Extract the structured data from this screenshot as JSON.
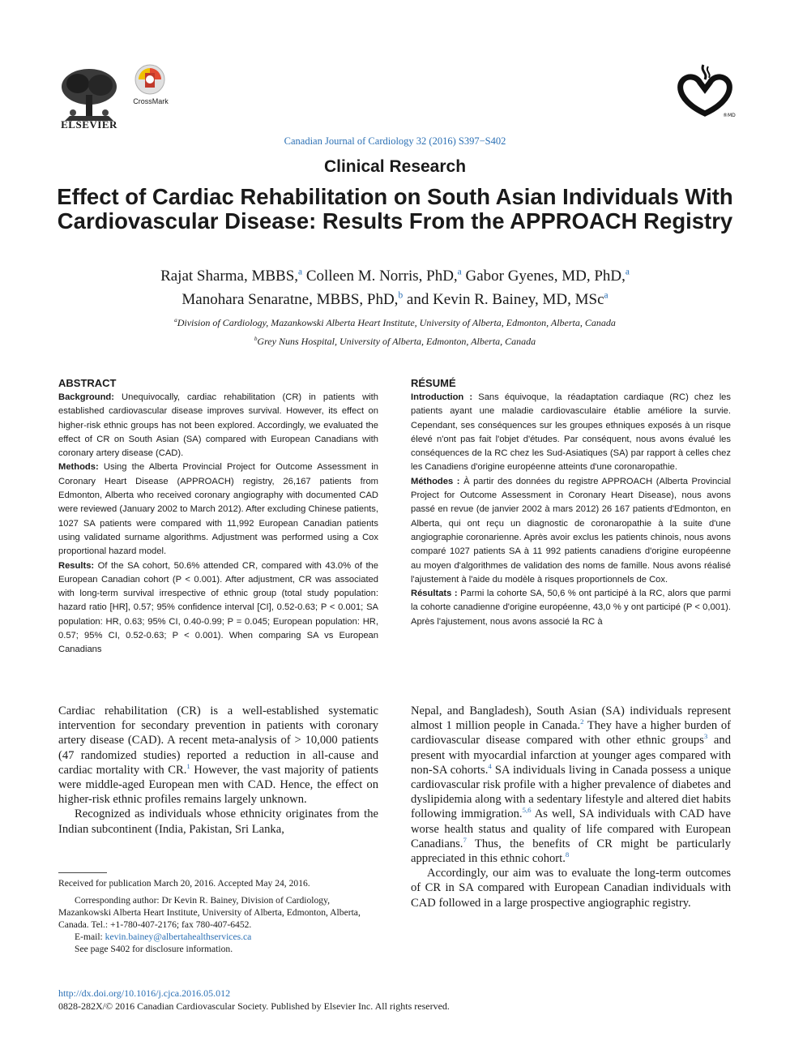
{
  "header": {
    "publisher": "ELSEVIER",
    "crossmark": "CrossMark",
    "journal_ref": "Canadian Journal of Cardiology 32 (2016) S397−S402",
    "section": "Clinical Research"
  },
  "title": "Effect of Cardiac Rehabilitation on South Asian Individuals With Cardiovascular Disease: Results From the APPROACH Registry",
  "authors": {
    "line1": [
      {
        "name": "Rajat Sharma, MBBS,",
        "aff": "a"
      },
      {
        "name": "Colleen M. Norris, PhD,",
        "aff": "a"
      },
      {
        "name": "Gabor Gyenes, MD, PhD,",
        "aff": "a"
      }
    ],
    "line2": [
      {
        "name": "Manohara Senaratne, MBBS, PhD,",
        "aff": "b"
      },
      {
        "name": "and Kevin R. Bainey, MD, MSc",
        "aff": "a"
      }
    ]
  },
  "affiliations": [
    {
      "mark": "a",
      "text": "Division of Cardiology, Mazankowski Alberta Heart Institute, University of Alberta, Edmonton, Alberta, Canada"
    },
    {
      "mark": "b",
      "text": "Grey Nuns Hospital, University of Alberta, Edmonton, Alberta, Canada"
    }
  ],
  "abstract": {
    "heading": "ABSTRACT",
    "background_label": "Background:",
    "background": "Unequivocally, cardiac rehabilitation (CR) in patients with established cardiovascular disease improves survival. However, its effect on higher-risk ethnic groups has not been explored. Accordingly, we evaluated the effect of CR on South Asian (SA) compared with European Canadians with coronary artery disease (CAD).",
    "methods_label": "Methods:",
    "methods": "Using the Alberta Provincial Project for Outcome Assessment in Coronary Heart Disease (APPROACH) registry, 26,167 patients from Edmonton, Alberta who received coronary angiography with documented CAD were reviewed (January 2002 to March 2012). After excluding Chinese patients, 1027 SA patients were compared with 11,992 European Canadian patients using validated surname algorithms. Adjustment was performed using a Cox proportional hazard model.",
    "results_label": "Results:",
    "results": "Of the SA cohort, 50.6% attended CR, compared with 43.0% of the European Canadian cohort (P < 0.001). After adjustment, CR was associated with long-term survival irrespective of ethnic group (total study population: hazard ratio [HR], 0.57; 95% confidence interval [CI], 0.52-0.63; P < 0.001; SA population: HR, 0.63; 95% CI, 0.40-0.99; P = 0.045; European population: HR, 0.57; 95% CI, 0.52-0.63; P < 0.001). When comparing SA vs European Canadians"
  },
  "resume": {
    "heading": "RÉSUMÉ",
    "intro_label": "Introduction :",
    "intro": "Sans équivoque, la réadaptation cardiaque (RC) chez les patients ayant une maladie cardiovasculaire établie améliore la survie. Cependant, ses conséquences sur les groupes ethniques exposés à un risque élevé n'ont pas fait l'objet d'études. Par conséquent, nous avons évalué les conséquences de la RC chez les Sud-Asiatiques (SA) par rapport à celles chez les Canadiens d'origine européenne atteints d'une coronaropathie.",
    "methodes_label": "Méthodes :",
    "methodes": "À partir des données du registre APPROACH (Alberta Provincial Project for Outcome Assessment in Coronary Heart Disease), nous avons passé en revue (de janvier 2002 à mars 2012) 26 167 patients d'Edmonton, en Alberta, qui ont reçu un diagnostic de coronaropathie à la suite d'une angiographie coronarienne. Après avoir exclus les patients chinois, nous avons comparé 1027 patients SA à 11 992 patients canadiens d'origine européenne au moyen d'algorithmes de validation des noms de famille. Nous avons réalisé l'ajustement à l'aide du modèle à risques proportionnels de Cox.",
    "resultats_label": "Résultats :",
    "resultats": "Parmi la cohorte SA, 50,6 % ont participé à la RC, alors que parmi la cohorte canadienne d'origine européenne, 43,0 % y ont participé (P < 0,001). Après l'ajustement, nous avons associé la RC à"
  },
  "body": {
    "left_p1": "Cardiac rehabilitation (CR) is a well-established systematic intervention for secondary prevention in patients with coronary artery disease (CAD). A recent meta-analysis of > 10,000 patients (47 randomized studies) reported a reduction in all-cause and cardiac mortality with CR.",
    "left_p1_ref": "1",
    "left_p1_end": " However, the vast majority of patients were middle-aged European men with CAD. Hence, the effect on higher-risk ethnic profiles remains largely unknown.",
    "left_p2": "Recognized as individuals whose ethnicity originates from the Indian subcontinent (India, Pakistan, Sri Lanka,",
    "right_p1_a": "Nepal, and Bangladesh), South Asian (SA) individuals represent almost 1 million people in Canada.",
    "ref2": "2",
    "right_p1_b": " They have a higher burden of cardiovascular disease compared with other ethnic groups",
    "ref3": "3",
    "right_p1_c": " and present with myocardial infarction at younger ages compared with non-SA cohorts.",
    "ref4": "4",
    "right_p1_d": " SA individuals living in Canada possess a unique cardiovascular risk profile with a higher prevalence of diabetes and dyslipidemia along with a sedentary lifestyle and altered diet habits following immigration.",
    "ref56": "5,6",
    "right_p1_e": " As well, SA individuals with CAD have worse health status and quality of life compared with European Canadians.",
    "ref7": "7",
    "right_p1_f": " Thus, the benefits of CR might be particularly appreciated in this ethnic cohort.",
    "ref8": "8",
    "right_p2": "Accordingly, our aim was to evaluate the long-term outcomes of CR in SA compared with European Canadian individuals with CAD followed in a large prospective angiographic registry."
  },
  "footnotes": {
    "received": "Received for publication March 20, 2016. Accepted May 24, 2016.",
    "corresponding": "Corresponding author: Dr Kevin R. Bainey, Division of Cardiology, Mazankowski Alberta Heart Institute, University of Alberta, Edmonton, Alberta, Canada. Tel.: +1-780-407-2176; fax 780-407-6452.",
    "email_label": "E-mail: ",
    "email": "kevin.bainey@albertahealthservices.ca",
    "disclosure": "See page S402 for disclosure information."
  },
  "footer": {
    "doi": "http://dx.doi.org/10.1016/j.cjca.2016.05.012",
    "copyright": "0828-282X/© 2016 Canadian Cardiovascular Society. Published by Elsevier Inc. All rights reserved."
  }
}
